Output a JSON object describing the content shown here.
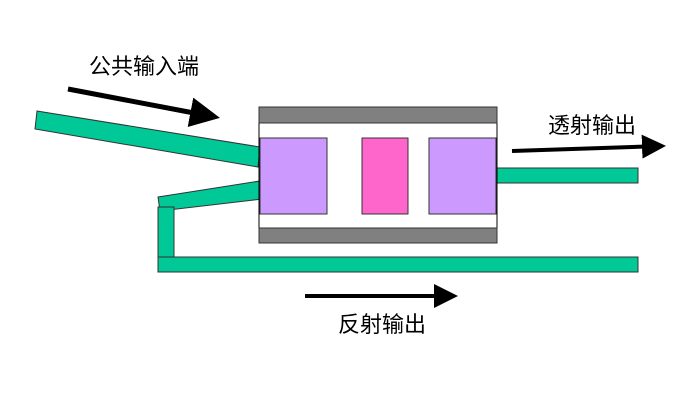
{
  "labels": {
    "common_input": "公共输入端",
    "transmitted_output": "透射输出",
    "reflected_output": "反射输出"
  },
  "colors": {
    "fiber": "#00c896",
    "housing": "#808080",
    "lens": "#cc99ff",
    "filter": "#ff66cc",
    "arrow": "#000000",
    "background": "#ffffff"
  }
}
